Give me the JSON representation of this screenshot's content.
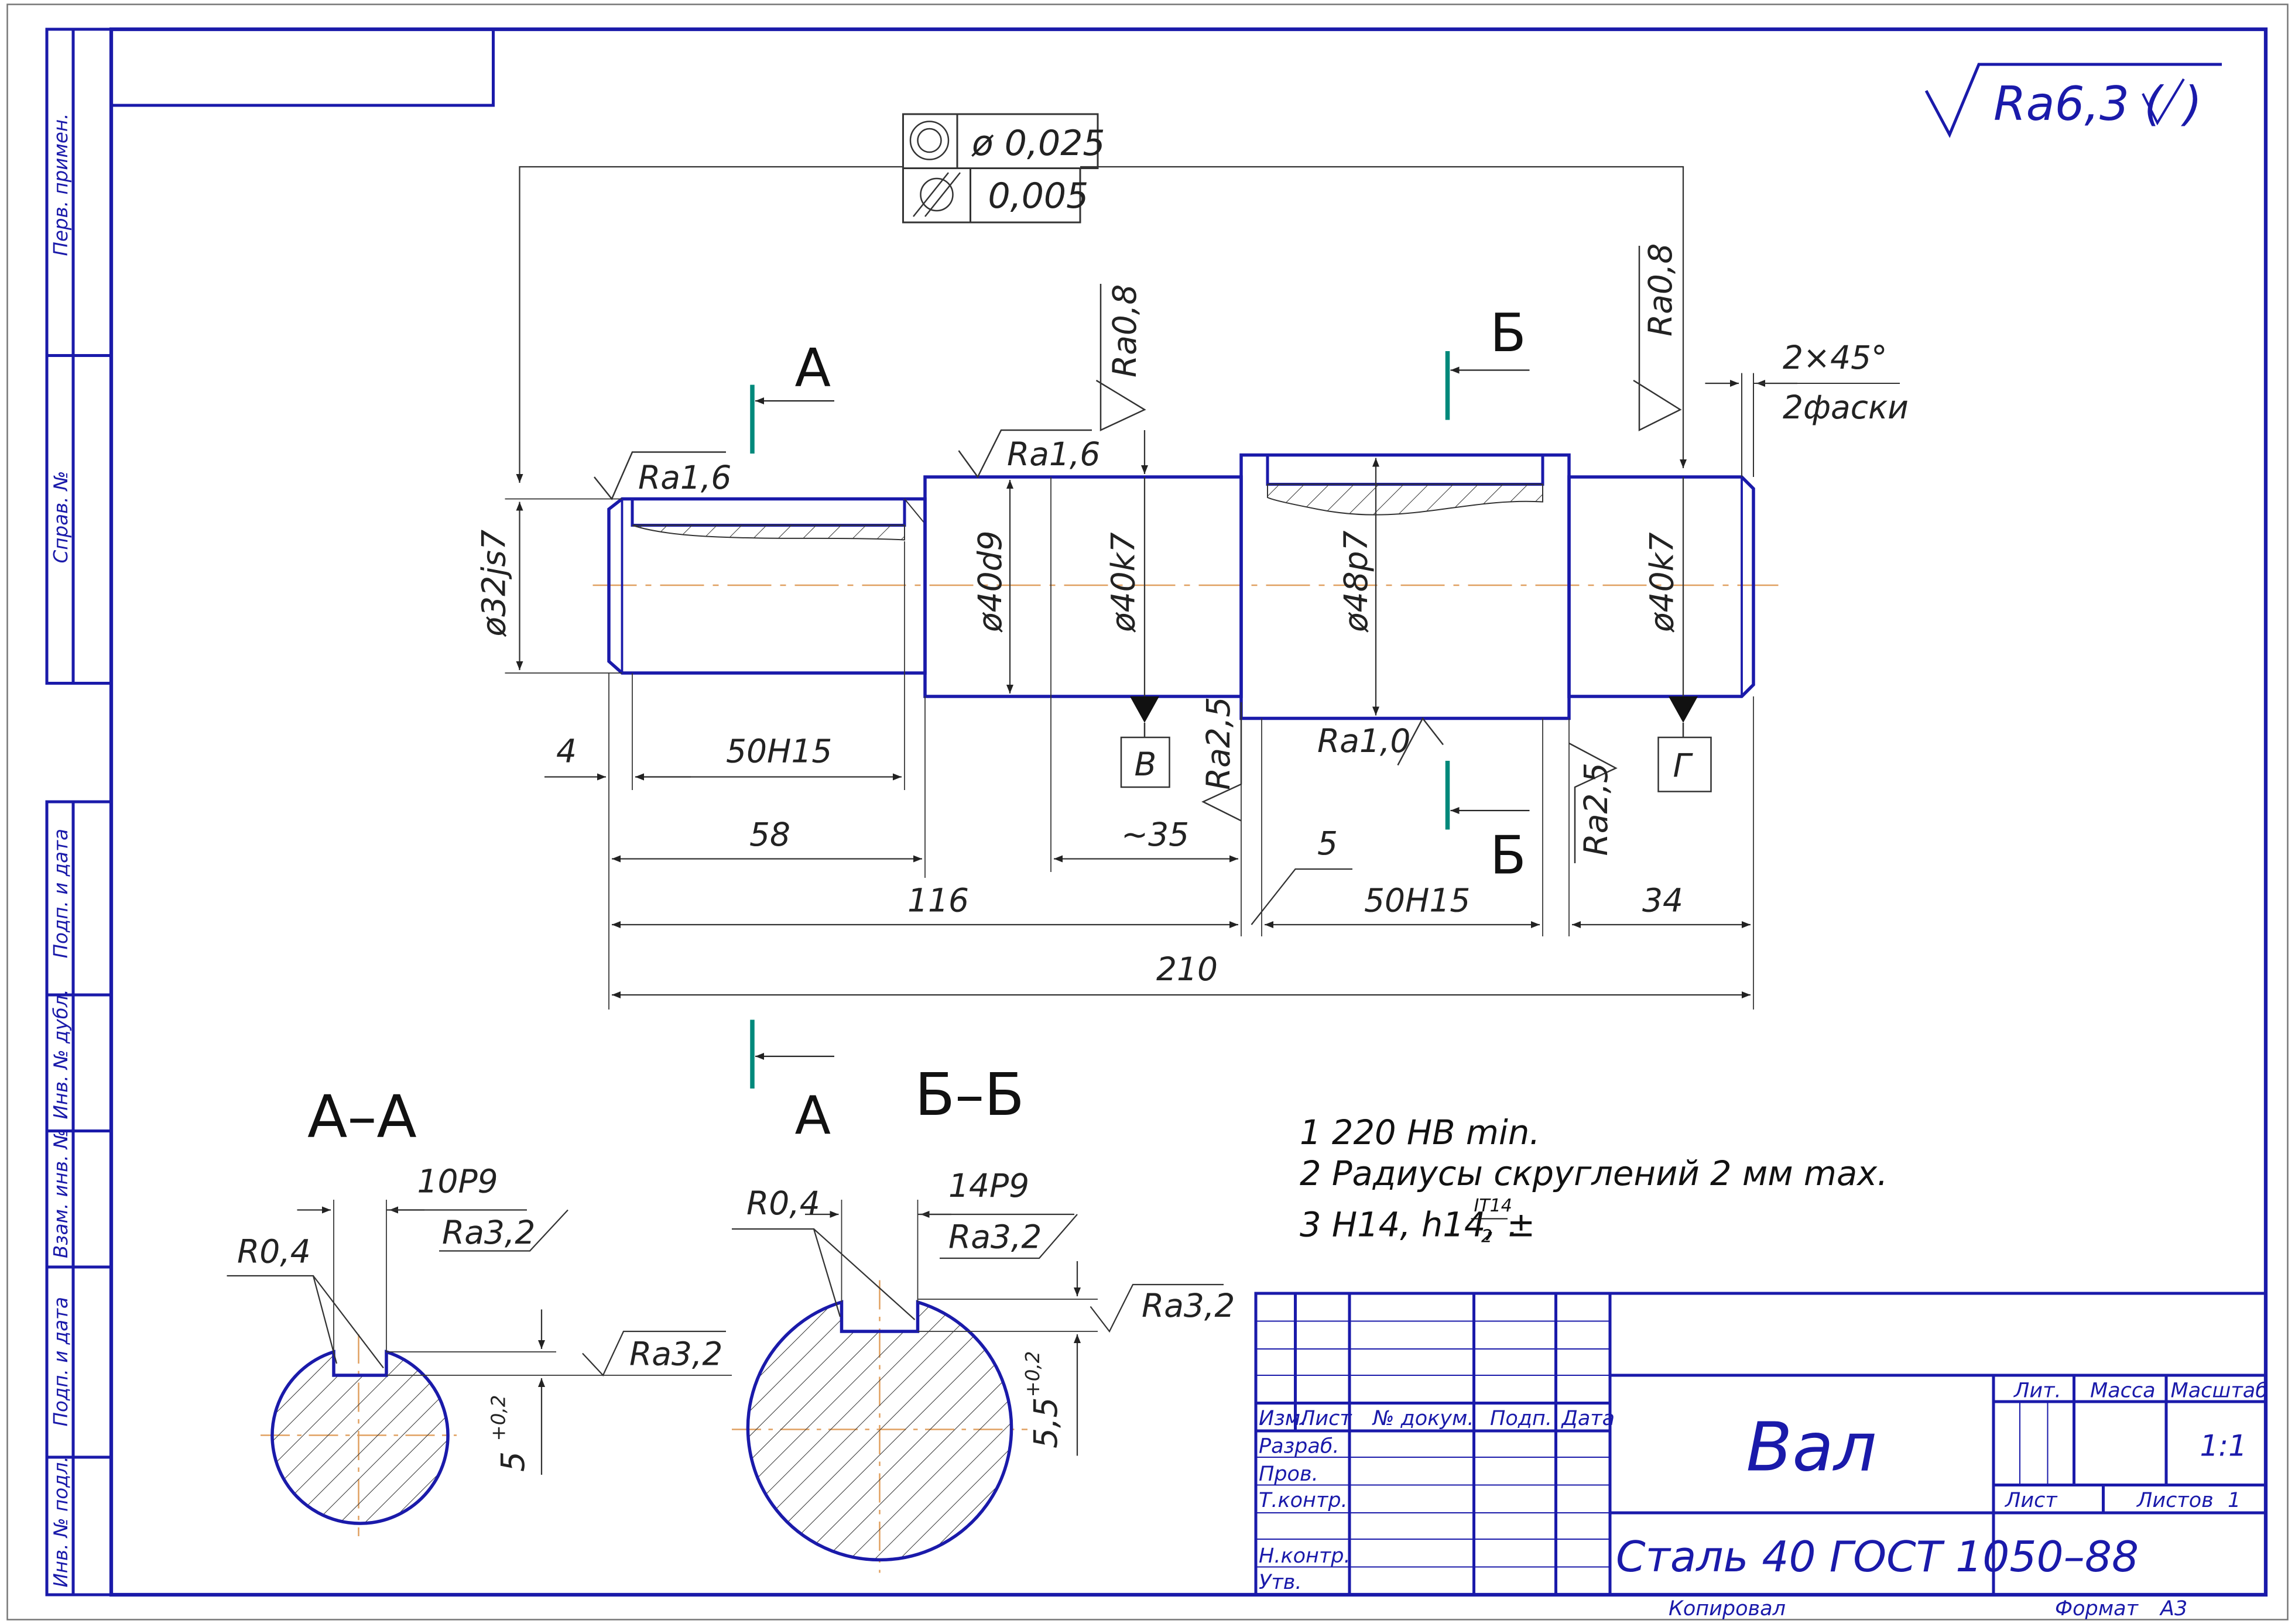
{
  "colors": {
    "frame": "#1a1aaa",
    "dimension": "#222222",
    "section_mark": "#00897b",
    "axis": "#e0a060",
    "hatch": "#333333"
  },
  "stamp": {
    "perv_primen": "Перв. примен.",
    "sprav": "Справ. №",
    "podp_data_1": "Подп. и дата",
    "inv_dubl": "Инв. № дубл.",
    "vzam_inv": "Взам. инв. №",
    "podp_data_2": "Подп. и дата",
    "inv_podl": "Инв. № подл."
  },
  "surface_finish": {
    "general": "Ra6,3 (",
    "check": ")"
  },
  "tolerance_frame": {
    "runout": "ø 0,025",
    "cylindricity": "0,005"
  },
  "roughness": {
    "ra16_left": "Ra1,6",
    "ra16_mid": "Ra1,6",
    "ra08_left": "Ra0,8",
    "ra08_right": "Ra0,8",
    "ra25_left": "Ra2,5",
    "ra10": "Ra1,0",
    "ra25_right": "Ra2,5"
  },
  "chamfer": {
    "size": "2×45°",
    "count": "2фаски"
  },
  "diameters": {
    "d32": "ø32js7",
    "d40d9": "ø40d9",
    "d40k7_left": "ø40k7",
    "d48": "ø48p7",
    "d40k7_right": "ø40k7"
  },
  "datums": {
    "v": "В",
    "g": "Г"
  },
  "dimensions": {
    "d4": "4",
    "d50h15_left": "50H15",
    "d58": "58",
    "d35": "~35",
    "d5": "5",
    "d116": "116",
    "d50h15_right": "50H15",
    "d34": "34",
    "d210": "210"
  },
  "sections": {
    "a_top": "А",
    "a_bottom": "А",
    "b_top": "Б",
    "b_bottom": "Б",
    "aa_title": "А–А",
    "bb_title": "Б–Б"
  },
  "section_aa": {
    "key": "10P9",
    "ra_key": "Ra3,2",
    "radius": "R0,4",
    "ra_depth": "Ra3,2",
    "depth": "5",
    "depth_tol": "+0,2"
  },
  "section_bb": {
    "radius": "R0,4",
    "key": "14P9",
    "ra_key": "Ra3,2",
    "ra_depth": "Ra3,2",
    "depth": "5,5",
    "depth_tol": "+0,2"
  },
  "notes": {
    "n1": "1 220 HB min.",
    "n2": "2 Радиусы скруглений 2 мм max.",
    "n3": "3 H14, h14, ±",
    "n3_num": "IT14",
    "n3_den": "2",
    "n3_end": "."
  },
  "title_block": {
    "izm": "Изм.",
    "list": "Лист",
    "doc": "№ докум.",
    "podp": "Подп.",
    "data": "Дата",
    "razrab": "Разраб.",
    "prov": "Пров.",
    "tkontr": "Т.контр.",
    "nkontr": "Н.контр.",
    "utv": "Утв.",
    "name": "Вал",
    "material": "Сталь 40 ГОСТ 1050–88",
    "lit": "Лит.",
    "massa": "Масса",
    "masshtab": "Масштаб",
    "scale": "1:1",
    "sheet_label": "Лист",
    "sheets_label": "Листов",
    "sheets": "1"
  },
  "footer": {
    "kopiroval": "Копировал",
    "format": "Формат",
    "format_value": "А3"
  }
}
